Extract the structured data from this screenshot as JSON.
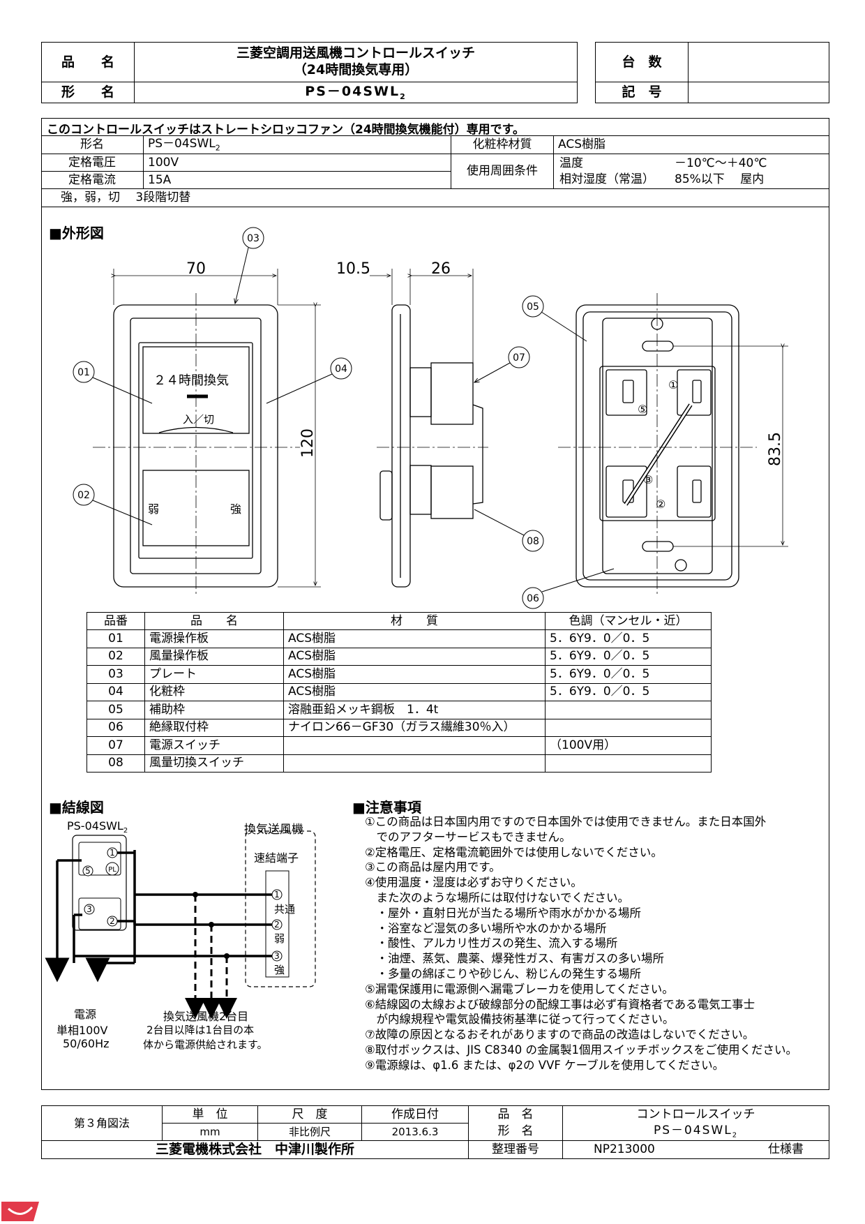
{
  "header": {
    "hinmei_label": "品　　名",
    "product_name_line1": "三菱空調用送風機コントロールスイッチ",
    "product_name_line2": "（24時間換気専用）",
    "keimei_label": "形　　名",
    "model": "PS－04SWL",
    "model_sub": "2",
    "daisu_label": "台　数",
    "daisu_value": "",
    "kigou_label": "記　号",
    "kigou_value": ""
  },
  "spec": {
    "intro": "このコントロールスイッチはストレートシロッコファン（24時間換気機能付）専用です。",
    "rows": {
      "model_label": "形名",
      "model_value": "PS－04SWL",
      "model_sub": "2",
      "voltage_label": "定格電圧",
      "voltage_value": "100V",
      "current_label": "定格電流",
      "current_value": "15A",
      "frame_material_label": "化粧枠材質",
      "frame_material_value": "ACS樹脂",
      "env_label": "使用周囲条件",
      "temp_label": "温度",
      "temp_value": "－10℃～＋40℃",
      "humidity_label": "相対湿度（常温）",
      "humidity_value": "85%以下　 屋内"
    },
    "switching": "強，弱，切　 3段階切替"
  },
  "outline": {
    "title": "■外形図",
    "dims": {
      "w70": "70",
      "h120": "120",
      "d105": "10.5",
      "d26": "26",
      "d835": "83.5"
    },
    "front_label": "２４時間換気",
    "onoff_label": "入／切",
    "weak_label": "弱",
    "strong_label": "強",
    "callouts": [
      "01",
      "02",
      "03",
      "04",
      "05",
      "06",
      "07",
      "08"
    ],
    "back_numbers": [
      "①",
      "②",
      "③",
      "⑤"
    ]
  },
  "parts": {
    "headers": [
      "品番",
      "品　　名",
      "材　　質",
      "色調（マンセル・近）"
    ],
    "rows": [
      [
        "01",
        "電源操作板",
        "ACS樹脂",
        "5．6Y9．0／0．5"
      ],
      [
        "02",
        "風量操作板",
        "ACS樹脂",
        "5．6Y9．0／0．5"
      ],
      [
        "03",
        "プレート",
        "ACS樹脂",
        "5．6Y9．0／0．5"
      ],
      [
        "04",
        "化粧枠",
        "ACS樹脂",
        "5．6Y9．0／0．5"
      ],
      [
        "05",
        "補助枠",
        "溶融亜鉛メッキ鋼板　1．4t",
        ""
      ],
      [
        "06",
        "絶縁取付枠",
        "ナイロン66－GF30（ガラス繊維30％入）",
        ""
      ],
      [
        "07",
        "電源スイッチ",
        "",
        "（100V用）"
      ],
      [
        "08",
        "風量切換スイッチ",
        "",
        ""
      ]
    ]
  },
  "wiring": {
    "title": "■結線図",
    "switch_model": "PS-04SWL",
    "switch_model_sub": "2",
    "fan_title": "換気送風機",
    "terminal_title": "速結端子",
    "terminals": [
      "共通",
      "弱",
      "強"
    ],
    "pl": "PL",
    "power_label": "電源",
    "power_spec1": "単相100V",
    "power_spec2": "50/60Hz",
    "second_fan": "換気送風機2台目",
    "second_note1": "2台目以降は1台目の本",
    "second_note2": "体から電源供給されます。"
  },
  "notes": {
    "title": "■注意事項",
    "lines": [
      "①この商品は日本国内用ですので日本国外では使用できません。また日本国外",
      "　でのアフターサービスもできません。",
      "②定格電圧、定格電流範囲外では使用しないでください。",
      "③この商品は屋内用です。",
      "④使用温度・湿度は必ずお守りください。",
      "　また次のような場所には取付けないでください。",
      "　・屋外・直射日光が当たる場所や雨水がかかる場所",
      "　・浴室など湿気の多い場所や水のかかる場所",
      "　・酸性、アルカリ性ガスの発生、流入する場所",
      "　・油煙、蒸気、農薬、爆発性ガス、有害ガスの多い場所",
      "　・多量の綿ぼこりや砂じん、粉じんの発生する場所",
      "⑤漏電保護用に電源側へ漏電ブレーカを使用してください。",
      "⑥結線図の太線および破線部分の配線工事は必ず有資格者である電気工事士",
      "　が内線規程や電気設備技術基準に従って行ってください。",
      "⑦故障の原因となるおそれがありますので商品の改造はしないでください。",
      "⑧取付ボックスは、JIS C8340 の金属製1個用スイッチボックスをご使用ください。",
      "⑨電源線は、φ1.6 または、φ2の VVF ケーブルを使用してください。"
    ]
  },
  "footer": {
    "projection": "第３角図法",
    "unit_label": "単　位",
    "unit_value": "mm",
    "scale_label": "尺　度",
    "scale_value": "非比例尺",
    "date_label": "作成日付",
    "date_value": "2013.6.3",
    "hinmei_label": "品　名",
    "keimei_label": "形　名",
    "product": "コントロールスイッチ",
    "model": "PS－04SWL",
    "model_sub": "2",
    "company": "三菱電機株式会社　中津川製作所",
    "seiri_label": "整理番号",
    "seiri_value": "NP213000",
    "doc_type": "仕様書"
  }
}
